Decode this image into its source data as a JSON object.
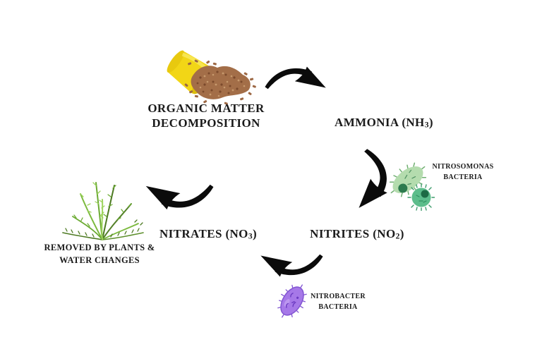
{
  "diagram": {
    "background": "#ffffff",
    "text_color": "#1a1a1a",
    "arrow_color": "#0b0b0b"
  },
  "stages": {
    "organic": {
      "line1": "ORGANIC MATTER",
      "line2": "DECOMPOSITION"
    },
    "ammonia": {
      "pre": "AMMONIA (NH",
      "sub": "3",
      "post": ")"
    },
    "nitrites": {
      "pre": "NITRITES (NO",
      "sub": "2",
      "post": ")"
    },
    "nitrates": {
      "pre": "NITRATES (NO",
      "sub": "3",
      "post": ")"
    },
    "removed": {
      "line1": "REMOVED BY PLANTS &",
      "line2": "WATER CHANGES"
    }
  },
  "bacteria": {
    "nitrosomonas": {
      "line1": "NITROSOMONAS",
      "line2": "BACTERIA",
      "body_color": "#b4dcae",
      "round_body_color": "#5cbd8b",
      "nucleus_color": "#2c7a4e"
    },
    "nitrobacter": {
      "line1": "NITROBACTER",
      "line2": "BACTERIA",
      "body_color": "#a678e8",
      "detail_color": "#6b3ac2"
    }
  },
  "icons": {
    "food_cup": {
      "name": "spilled-food-cup-icon",
      "cup_color": "#f2d616",
      "flake_color": "#a36e48"
    },
    "plant": {
      "name": "aquatic-plant-icon",
      "color": "#6cab33"
    }
  }
}
